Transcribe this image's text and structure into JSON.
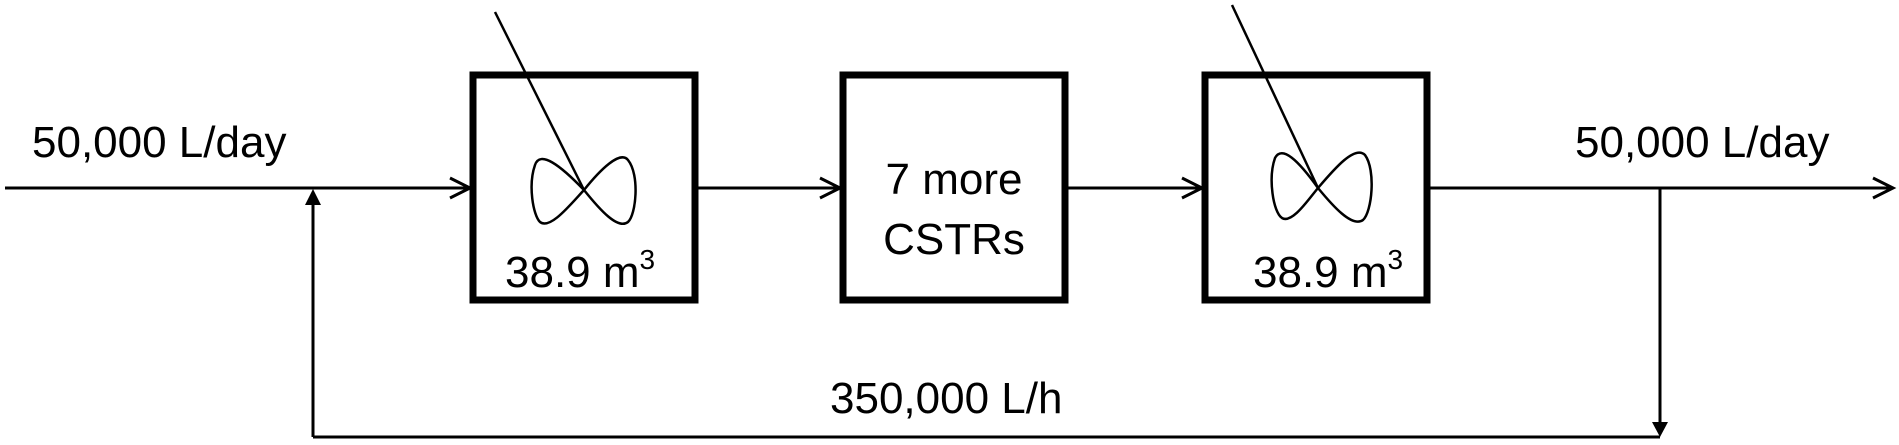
{
  "inlet": {
    "flow_label": "50,000 L/day"
  },
  "outlet": {
    "flow_label": "50,000 L/day"
  },
  "recycle": {
    "flow_label": "350,000 L/h"
  },
  "reactors": [
    {
      "type": "CSTR",
      "volume": "38.9 m",
      "volume_sup": "3",
      "has_impeller": true
    },
    {
      "type": "group",
      "line1": "7 more",
      "line2": "CSTRs",
      "has_impeller": false
    },
    {
      "type": "CSTR",
      "volume": "38.9 m",
      "volume_sup": "3",
      "has_impeller": true
    }
  ],
  "colors": {
    "stroke": "#000000",
    "background": "#ffffff"
  }
}
